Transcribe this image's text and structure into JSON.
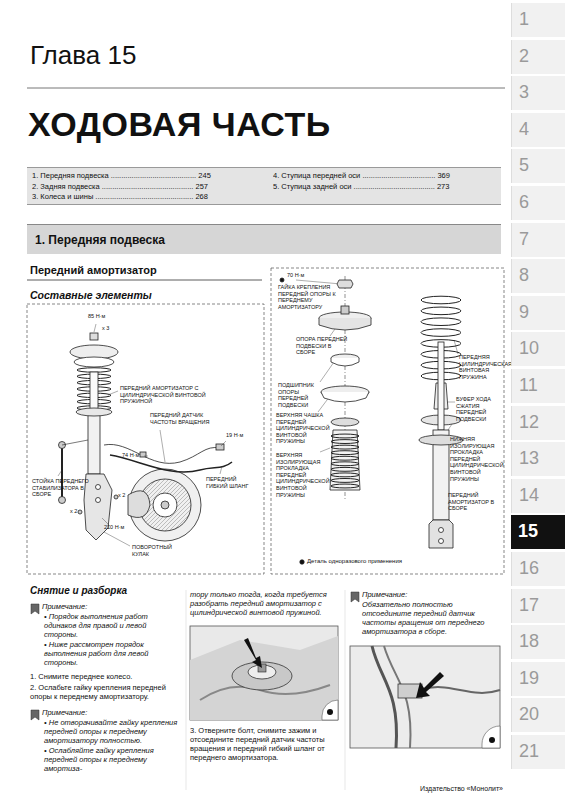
{
  "diagram": {
    "title": "ХОДОВАЯ ЧАСТЬ",
    "nodes": [
      {
        "text": [
          "1. Передняя подвеска ......................................... 245",
          "2. Задняя подвеска ............................................ 257",
          "3. Колеса и шины ............................................... 268",
          "4. Ступица передней оси ................................... 369",
          "5. Ступица задней оси ....................................... 273"
        ]
      },
      {
        "text": [
          "1. Передняя подвеска"
        ]
      },
      {
        "text": [
          "Примечание:",
          "• Порядок выполнения работ одинаков для правой и левой стороны.",
          "• Ниже рассмотрен порядок выполнения работ для левой стороны."
        ]
      },
      {
        "text": [
          "Примечание:",
          "• Не отворачивайте гайку крепления передней опоры к переднему амортизатору полностью.",
          "• Ослабляйте гайку крепления передней опоры к переднему амортиза-"
        ]
      },
      {
        "text": [
          "Примечание:",
          "Обязательно полностью отсоедините передний датчик частоты вращения от переднего амортизатора в сборе."
        ]
      },
      {
        "text": [
          "1"
        ]
      },
      {
        "text": [
          "2"
        ]
      },
      {
        "text": [
          "3"
        ]
      },
      {
        "text": [
          "4"
        ]
      },
      {
        "text": [
          "5"
        ]
      },
      {
        "text": [
          "6"
        ]
      },
      {
        "text": [
          "7"
        ]
      },
      {
        "text": [
          "8"
        ]
      },
      {
        "text": [
          "9"
        ]
      },
      {
        "text": [
          "10"
        ]
      },
      {
        "text": [
          "11"
        ]
      },
      {
        "text": [
          "12"
        ]
      },
      {
        "text": [
          "13"
        ]
      },
      {
        "text": [
          "14"
        ]
      },
      {
        "text": [
          "15"
        ]
      },
      {
        "text": [
          "16"
        ]
      },
      {
        "text": [
          "17"
        ]
      },
      {
        "text": [
          "18"
        ]
      },
      {
        "text": [
          "19"
        ]
      },
      {
        "text": [
          "20"
        ]
      },
      {
        "text": [
          "21"
        ]
      }
    ],
    "labels": [
      "Глава 15",
      "Передний амортизатор",
      "Составные элементы",
      "85 Н·м",
      "x 3",
      "ПЕРЕДНИЙ АМОРТИЗАТОР С ЦИЛИНДРИЧЕСКОЙ ВИНТОВОЙ ПРУЖИНОЙ",
      "ПЕРЕДНИЙ ДАТЧИК ЧАСТОТЫ ВРАЩЕНИЯ",
      "74 Н·м",
      "19 Н·м",
      "СТОЙКА ПЕРЕДНЕГО СТАБИЛИЗАТОРА В СБОРЕ",
      "ПЕРЕДНИЙ ГИБКИЙ ШЛАНГ",
      "x 2",
      "x 2",
      "210 Н·м",
      "ПОВОРОТНЫЙ КУЛАК",
      "70 Н·м",
      "ГАЙКА КРЕПЛЕНИЯ ПЕРЕДНЕЙ ОПОРЫ К ПЕРЕДНЕМУ АМОРТИЗАТОРУ",
      "ОПОРА ПЕРЕДНЕЙ ПОДВЕСКИ В СБОРЕ",
      "ПОДШИПНИК ОПОРЫ ПЕРЕДНЕЙ ПОДВЕСКИ",
      "ВЕРХНЯЯ ЧАШКА ПЕРЕДНЕЙ ЦИЛИНДРИЧЕСКОЙ ВИНТОВОЙ ПРУЖИНЫ",
      "ВЕРХНЯЯ ИЗОЛИРУЮЩАЯ ПРОКЛАДКА ПЕРЕДНЕЙ ЦИЛИНДРИЧЕСКОЙ ВИНТОВОЙ ПРУЖИНЫ",
      "ПЕРЕДНЯЯ ЦИЛИНДРИЧЕСКАЯ ВИНТОВАЯ ПРУЖИНА",
      "БУФЕР ХОДА СЖАТИЯ ПЕРЕДНЕЙ ПОДВЕСКИ",
      "НИЖНЯЯ ИЗОЛИРУЮЩАЯ ПРОКЛАДКА ПЕРЕДНЕЙ ЦИЛИНДРИЧЕСКОЙ ВИНТОВОЙ ПРУЖИНЫ",
      "ПЕРЕДНИЙ АМОРТИЗАТОР В СБОРЕ",
      "Снятие и разборка",
      "1. Снимите переднее колесо.",
      "2. Ослабьте гайку крепления передней опоры к переднему амортизатору.",
      "тору только тогда, когда требуется разобрать передний амортизатор с цилиндрической винтовой пружиной.",
      "3. Отверните болт, снимите зажим и отсоедините передний датчик частоты вращения и передний гибкий шланг от переднего амортизатора.",
      "Издательство «Монолит»"
    ],
    "legend": [
      {
        "text": "Деталь одноразового применения"
      }
    ]
  }
}
